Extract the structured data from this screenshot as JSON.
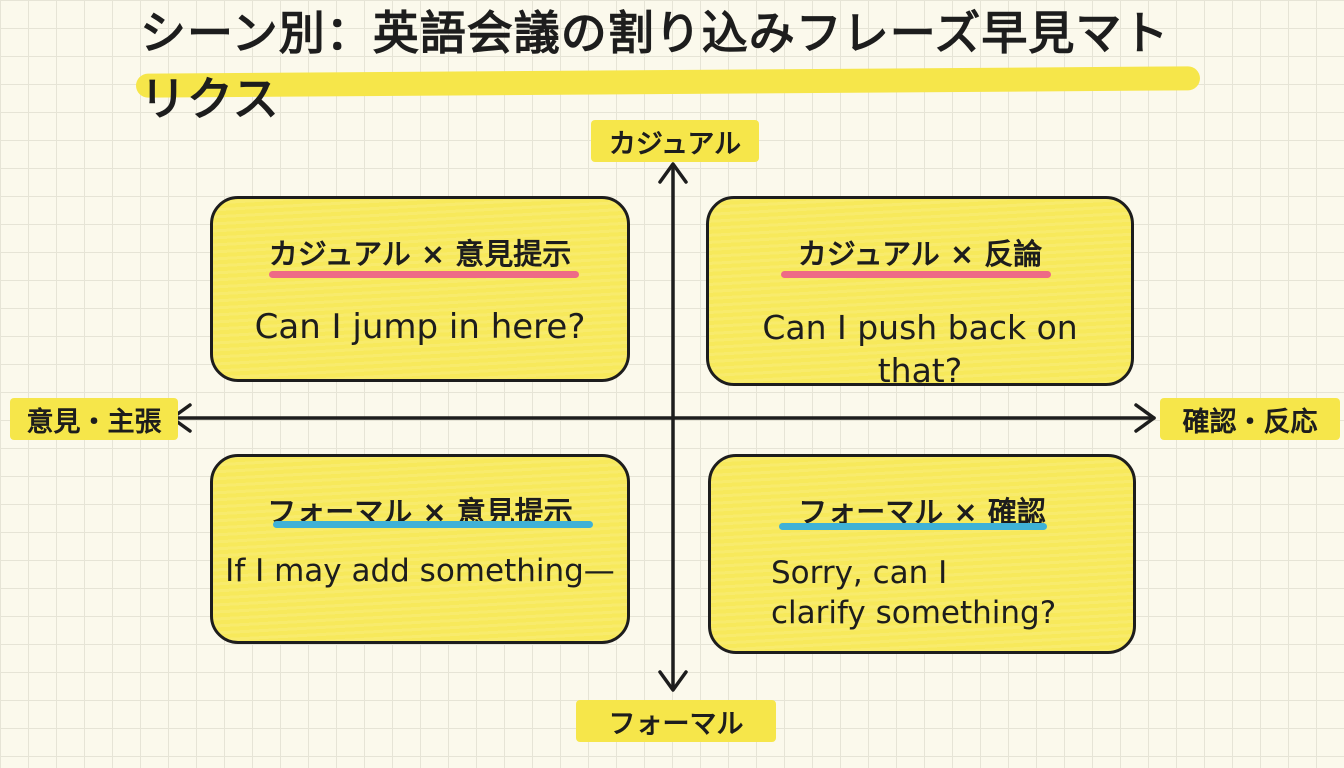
{
  "title": "シーン別：英語会議の割り込みフレーズ早見マトリクス",
  "axes": {
    "top": "カジュアル",
    "bottom": "フォーマル",
    "left": "意見・主張",
    "right": "確認・反応"
  },
  "quadrants": [
    {
      "heading": "カジュアル × 意見提示",
      "phrase": "Can I jump in here?",
      "underline_color": "#ee6a86"
    },
    {
      "heading": "カジュアル × 反論",
      "phrase": "Can I push back on that?",
      "underline_color": "#ee6a86"
    },
    {
      "heading": "フォーマル × 意見提示",
      "phrase": "If I may add something—",
      "underline_color": "#3fb1d6"
    },
    {
      "heading": "フォーマル × 確認",
      "phrase": "Sorry, can I\nclarify something?",
      "underline_color": "#3fb1d6"
    }
  ],
  "colors": {
    "highlight": "#f6e64a",
    "card_fill": "#f7e95b",
    "outline": "#1d1d1d",
    "background": "#fbf9ec"
  }
}
